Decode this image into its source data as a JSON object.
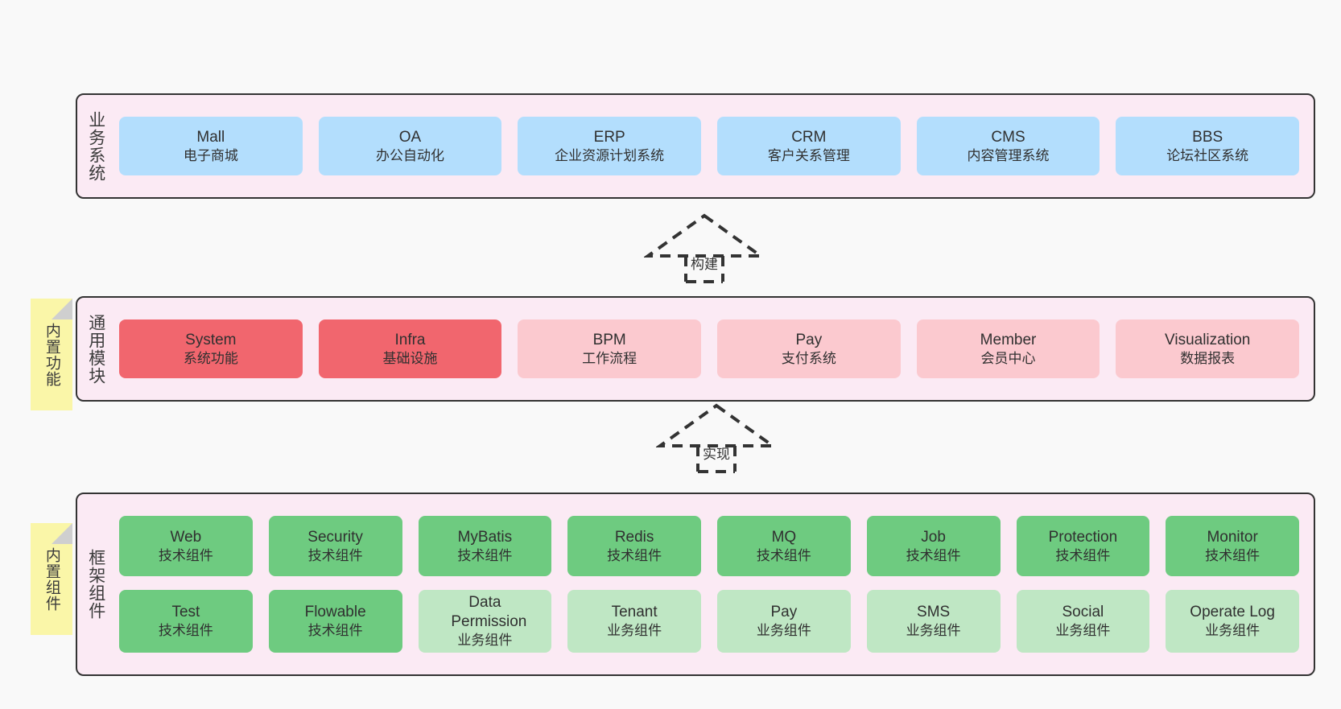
{
  "diagram": {
    "layers": [
      {
        "key": "business",
        "label": "业务系统",
        "rows": [
          [
            {
              "title": "Mall",
              "sub": "电子商城",
              "color": "blue"
            },
            {
              "title": "OA",
              "sub": "办公自动化",
              "color": "blue"
            },
            {
              "title": "ERP",
              "sub": "企业资源计划系统",
              "color": "blue"
            },
            {
              "title": "CRM",
              "sub": "客户关系管理",
              "color": "blue"
            },
            {
              "title": "CMS",
              "sub": "内容管理系统",
              "color": "blue"
            },
            {
              "title": "BBS",
              "sub": "论坛社区系统",
              "color": "blue"
            }
          ]
        ]
      },
      {
        "key": "common",
        "label": "通用模块",
        "note": "内置功能",
        "rows": [
          [
            {
              "title": "System",
              "sub": "系统功能",
              "color": "red"
            },
            {
              "title": "Infra",
              "sub": "基础设施",
              "color": "red"
            },
            {
              "title": "BPM",
              "sub": "工作流程",
              "color": "pink"
            },
            {
              "title": "Pay",
              "sub": "支付系统",
              "color": "pink"
            },
            {
              "title": "Member",
              "sub": "会员中心",
              "color": "pink"
            },
            {
              "title": "Visualization",
              "sub": "数据报表",
              "color": "pink"
            }
          ]
        ]
      },
      {
        "key": "framework",
        "label": "框架组件",
        "note": "内置组件",
        "rows": [
          [
            {
              "title": "Web",
              "sub": "技术组件",
              "color": "green"
            },
            {
              "title": "Security",
              "sub": "技术组件",
              "color": "green"
            },
            {
              "title": "MyBatis",
              "sub": "技术组件",
              "color": "green"
            },
            {
              "title": "Redis",
              "sub": "技术组件",
              "color": "green"
            },
            {
              "title": "MQ",
              "sub": "技术组件",
              "color": "green"
            },
            {
              "title": "Job",
              "sub": "技术组件",
              "color": "green"
            },
            {
              "title": "Protection",
              "sub": "技术组件",
              "color": "green"
            },
            {
              "title": "Monitor",
              "sub": "技术组件",
              "color": "green"
            }
          ],
          [
            {
              "title": "Test",
              "sub": "技术组件",
              "color": "green"
            },
            {
              "title": "Flowable",
              "sub": "技术组件",
              "color": "green"
            },
            {
              "title": "Data Permission",
              "sub": "业务组件",
              "color": "lightgreen"
            },
            {
              "title": "Tenant",
              "sub": "业务组件",
              "color": "lightgreen"
            },
            {
              "title": "Pay",
              "sub": "业务组件",
              "color": "lightgreen"
            },
            {
              "title": "SMS",
              "sub": "业务组件",
              "color": "lightgreen"
            },
            {
              "title": "Social",
              "sub": "业务组件",
              "color": "lightgreen"
            },
            {
              "title": "Operate Log",
              "sub": "业务组件",
              "color": "lightgreen"
            }
          ]
        ]
      }
    ],
    "connectors": [
      {
        "key": "build",
        "label": "构建"
      },
      {
        "key": "implement",
        "label": "实现"
      }
    ],
    "colors": {
      "panel_bg": "#fbeaf4",
      "panel_border": "#333333",
      "blue": "#b3defd",
      "red": "#f1666e",
      "pink": "#fbc9cf",
      "green": "#6ecb80",
      "lightgreen": "#bfe7c4",
      "sticky": "#faf6a8",
      "canvas_bg": "#f9f9f9"
    }
  }
}
